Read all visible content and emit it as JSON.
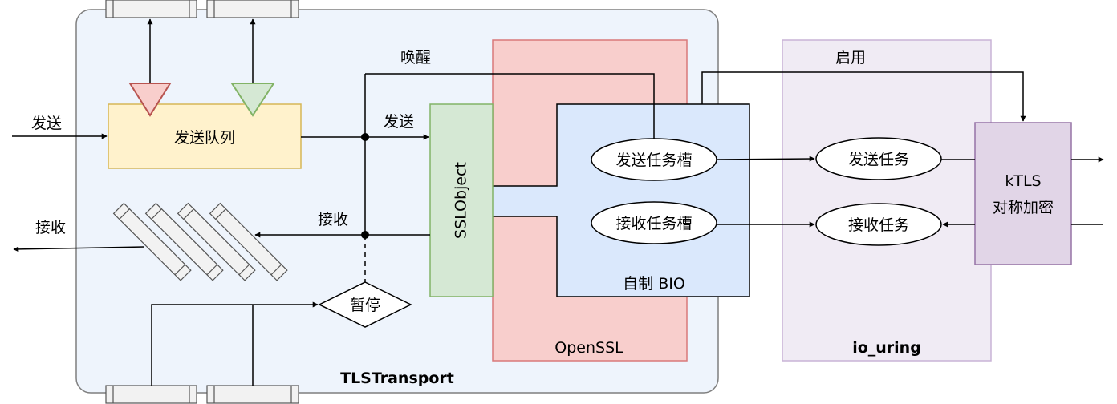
{
  "labels": {
    "send_input": "发送",
    "recv_output": "接收",
    "send_queue": "发送队列",
    "wake": "唤醒",
    "send_mid": "发送",
    "recv_mid": "接收",
    "pause": "暂停",
    "sslobject": "SSLObject",
    "send_slot": "发送任务槽",
    "recv_slot": "接收任务槽",
    "custom_bio": "自制 BIO",
    "openssl": "OpenSSL",
    "tlstransport": "TLSTransport",
    "enable": "启用",
    "send_task": "发送任务",
    "recv_task": "接收任务",
    "ktls_line1": "kTLS",
    "ktls_line2": "对称加密",
    "io_uring": "io_uring"
  },
  "colors": {
    "tls_fill": "#EEF4FC",
    "openssl_fill": "#F8CECC",
    "openssl_stroke": "#D9787A",
    "bio_fill": "#DAE8FC",
    "ssl_fill": "#D5E8D4",
    "ssl_stroke": "#82B366",
    "queue_fill": "#FFF2CC",
    "queue_stroke": "#D6B656",
    "iouring_fill": "#F0EBF4",
    "iouring_stroke": "#C9B3D6",
    "ktls_fill": "#E1D5E7",
    "ktls_stroke": "#9673A6",
    "red_tri_fill": "#F8CECC",
    "red_tri_stroke": "#B85450",
    "green_tri_fill": "#D5E8D4",
    "green_tri_stroke": "#82B366"
  }
}
